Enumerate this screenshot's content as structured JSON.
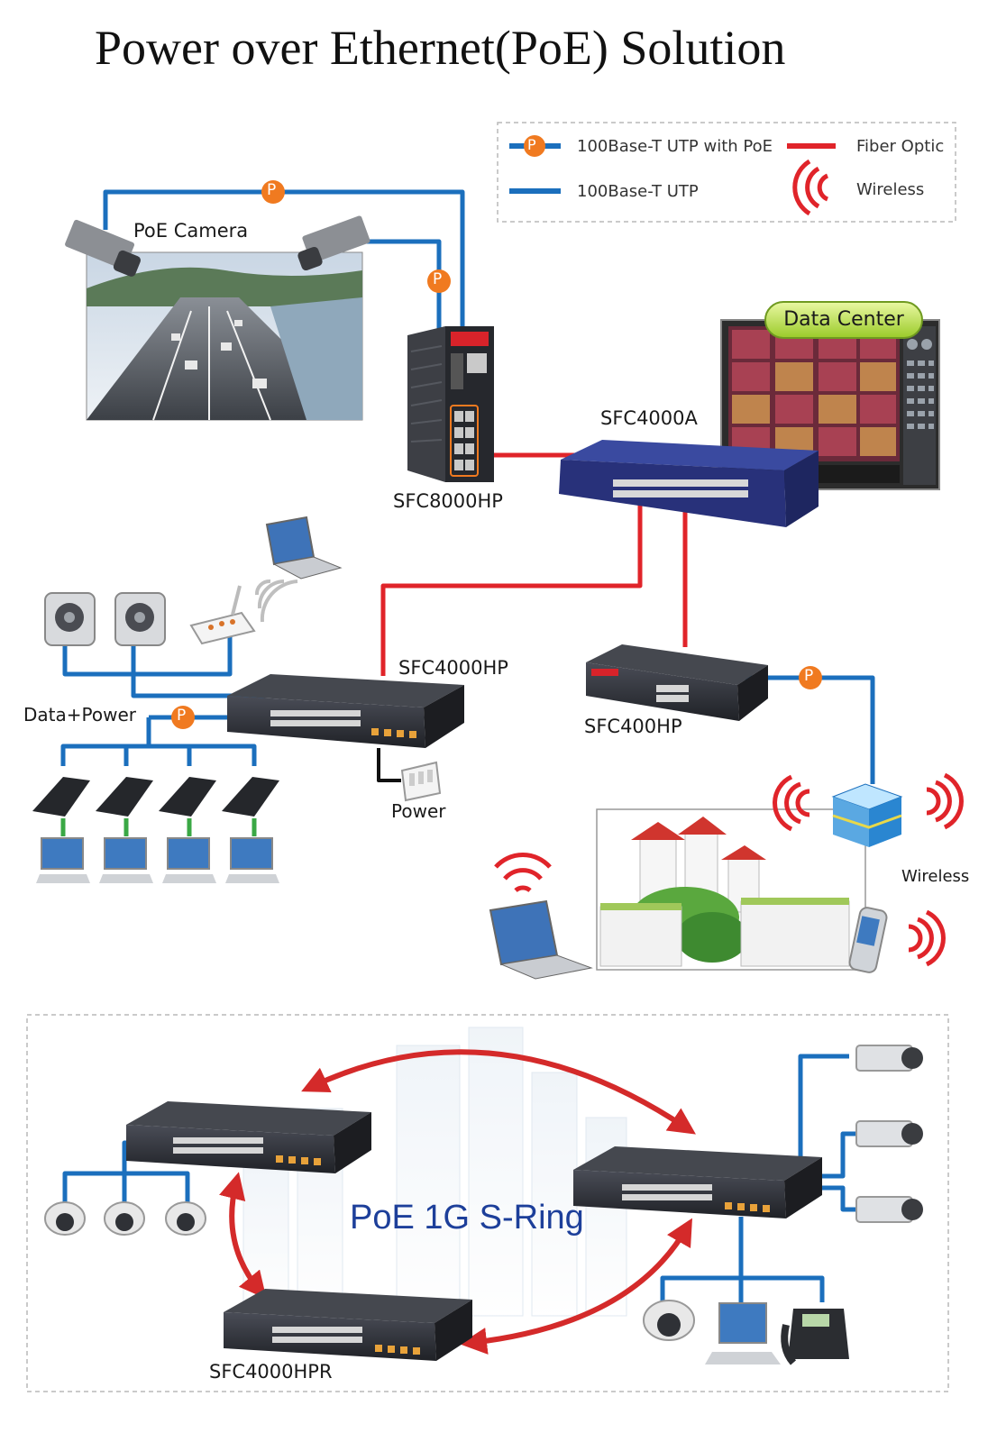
{
  "title": "Power over Ethernet(PoE) Solution",
  "legend": {
    "utp_poe": "100Base-T UTP with PoE",
    "utp": "100Base-T UTP",
    "fiber": "Fiber Optic",
    "wireless": "Wireless"
  },
  "poe_badge": "P",
  "devices": {
    "poe_camera": "PoE Camera",
    "sfc8000hp": "SFC8000HP",
    "sfc4000a": "SFC4000A",
    "data_center": "Data Center",
    "sfc4000hp": "SFC4000HP",
    "sfc400hp": "SFC400HP",
    "data_power": "Data+Power",
    "power": "Power",
    "wireless": "Wireless",
    "ring": "PoE 1G S-Ring",
    "sfc4000hpr": "SFC4000HPR"
  },
  "colors": {
    "utp": "#1b6fbd",
    "fiber": "#e0242a",
    "poe_badge": "#f07a20",
    "switch": "#2b2d33",
    "ring_arrow": "#d42a2a"
  }
}
